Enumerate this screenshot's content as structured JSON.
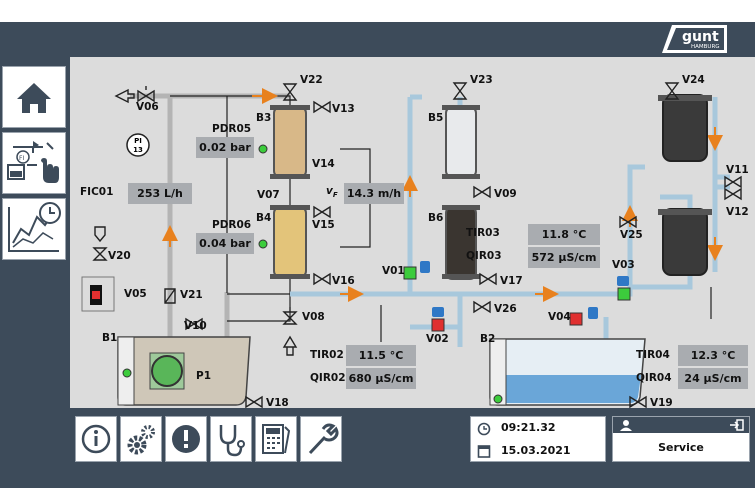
{
  "brand": {
    "logo_text": "gunt",
    "logo_sub": "HAMBURG"
  },
  "colors": {
    "navy": "#3d4b5a",
    "pipe_blue": "#a8c8dc",
    "pipe_gray": "#b4b4b4",
    "orange": "#e8811e",
    "green": "#3ccc3c",
    "valve_blue": "#2f78c6"
  },
  "process": {
    "valves": [
      "V06",
      "V22",
      "V13",
      "V14",
      "V07",
      "V15",
      "V16",
      "V08",
      "V23",
      "V09",
      "V17",
      "V26",
      "V24",
      "V11",
      "V12",
      "V25",
      "V03",
      "V04",
      "V02",
      "V01",
      "V20",
      "V05",
      "V21",
      "V10",
      "V18",
      "V19"
    ],
    "tanks": [
      "B1",
      "B2",
      "B3",
      "B4",
      "B5",
      "B6"
    ],
    "pump": "P1",
    "pi": {
      "line1": "PI",
      "line2": "13"
    }
  },
  "sensors": {
    "pdr05": {
      "label": "PDR05",
      "value": "0.02 bar"
    },
    "pdr06": {
      "label": "PDR06",
      "value": "0.04 bar"
    },
    "fic01": {
      "label": "FIC01",
      "value": "253 L/h"
    },
    "vf": {
      "label": "v",
      "sub": "F",
      "value": "14.3 m/h"
    },
    "tir03": {
      "label": "TIR03",
      "value": "11.8 °C"
    },
    "qir03": {
      "label": "QIR03",
      "value": "572 μS/cm"
    },
    "tir02": {
      "label": "TIR02",
      "value": "11.5 °C"
    },
    "qir02": {
      "label": "QIR02",
      "value": "680 μS/cm"
    },
    "tir04": {
      "label": "TIR04",
      "value": "12.3 °C"
    },
    "qir04": {
      "label": "QIR04",
      "value": "24 μS/cm"
    }
  },
  "status": {
    "time": "09:21.32",
    "date": "15.03.2021",
    "user": "Service"
  },
  "toolbar_icons": [
    "info-icon",
    "settings-icon",
    "alert-icon",
    "stethoscope-icon",
    "calculator-icon",
    "wrench-icon"
  ],
  "sidebar_icons": [
    "home-icon",
    "process-schematic-icon",
    "trend-chart-icon"
  ]
}
